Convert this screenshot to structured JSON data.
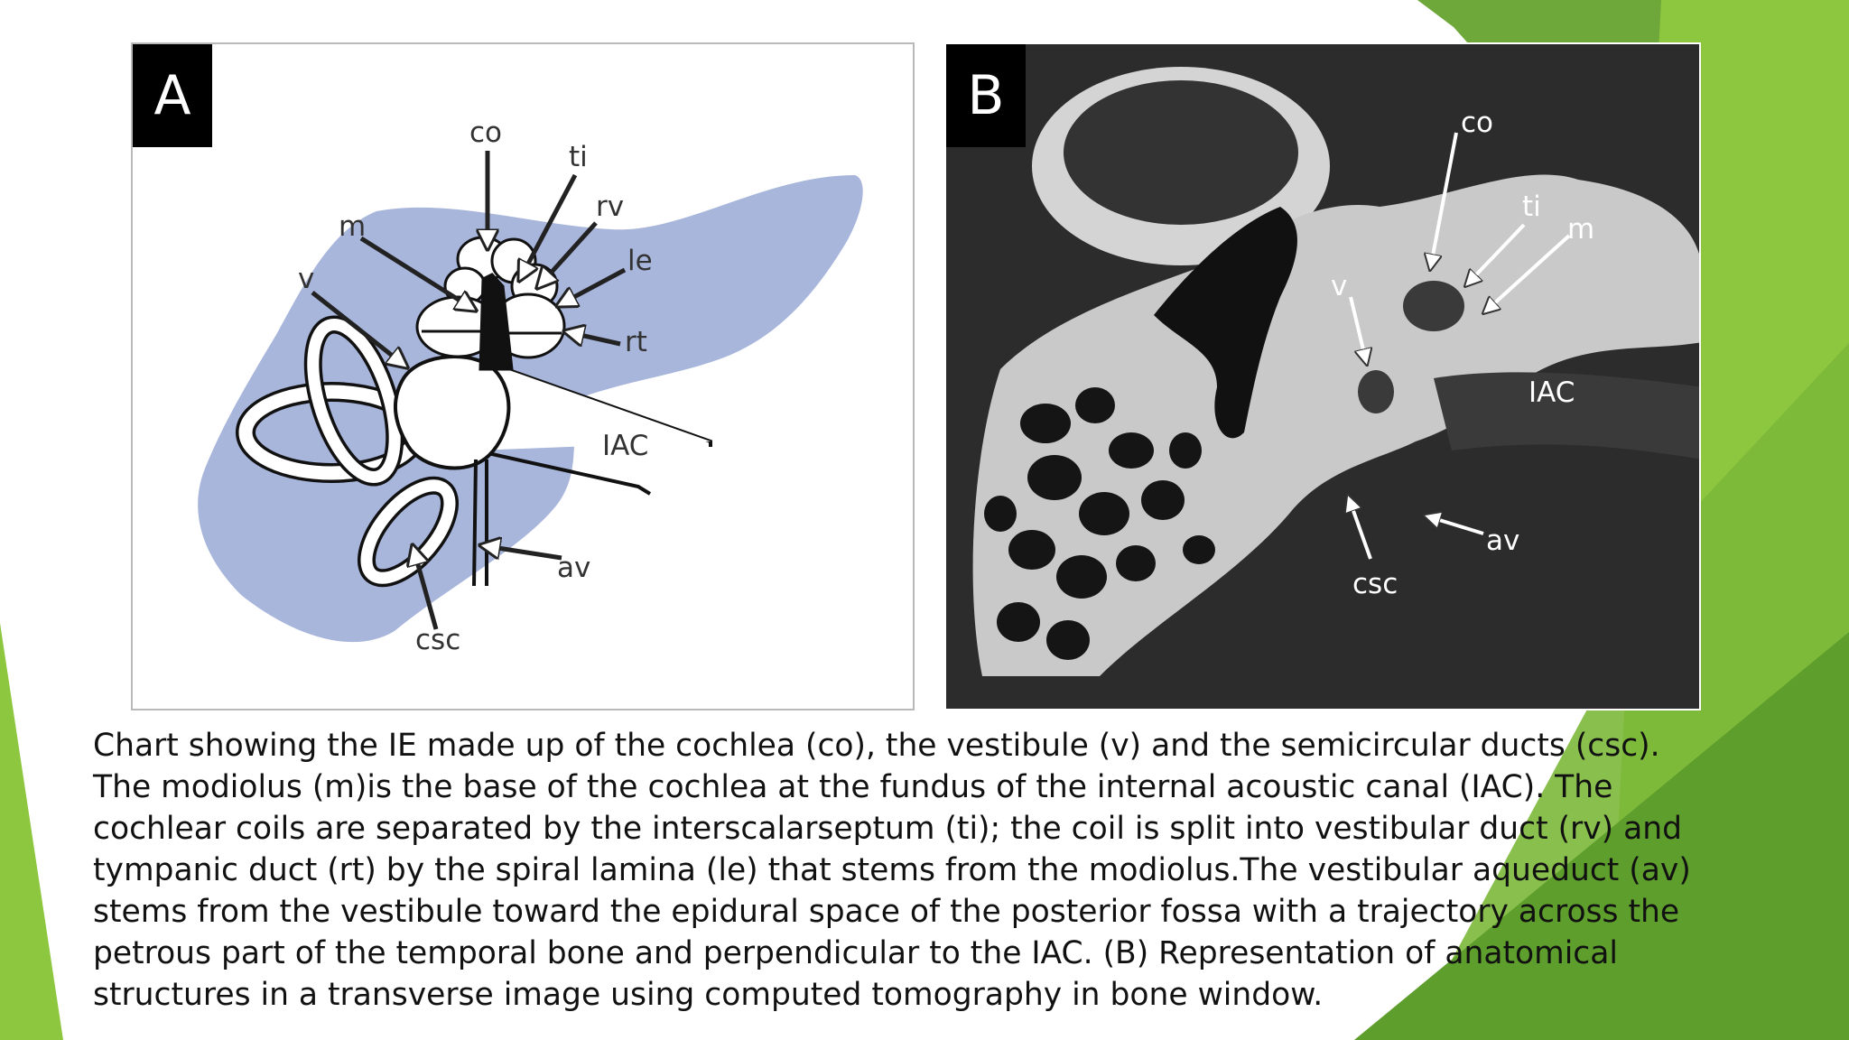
{
  "slide": {
    "colors": {
      "accent_light": "#8dc63f",
      "accent_dark": "#5e9e2c",
      "diagram_fill": "#a9b6dc",
      "ct_background": "#2a2a2a"
    }
  },
  "panel_a": {
    "tag": "A",
    "labels": {
      "co": "co",
      "ti": "ti",
      "rv": "rv",
      "m": "m",
      "le": "le",
      "v": "v",
      "rt": "rt",
      "iac": "IAC",
      "av": "av",
      "csc": "csc"
    }
  },
  "panel_b": {
    "tag": "B",
    "labels": {
      "co": "co",
      "ti": "ti",
      "m": "m",
      "v": "v",
      "iac": "IAC",
      "av": "av",
      "csc": "csc"
    }
  },
  "caption": "Chart showing the IE made up of the cochlea (co), the vestibule (v) and the semicircular ducts (csc).\nThe modiolus (m)is the base of the cochlea at the fundus of the internal acoustic canal (IAC). The\ncochlear coils are separated by the interscalarseptum (ti); the coil is split into vestibular duct (rv) and\ntympanic duct (rt) by the spiral lamina (le) that stems from the modiolus.The vestibular aqueduct (av)\nstems from the vestibule toward the epidural space of the posterior fossa with a trajectory across the\npetrous part of the temporal bone and perpendicular to the IAC. (B) Representation of anatomical\nstructures in a transverse image using computed tomography in bone window."
}
